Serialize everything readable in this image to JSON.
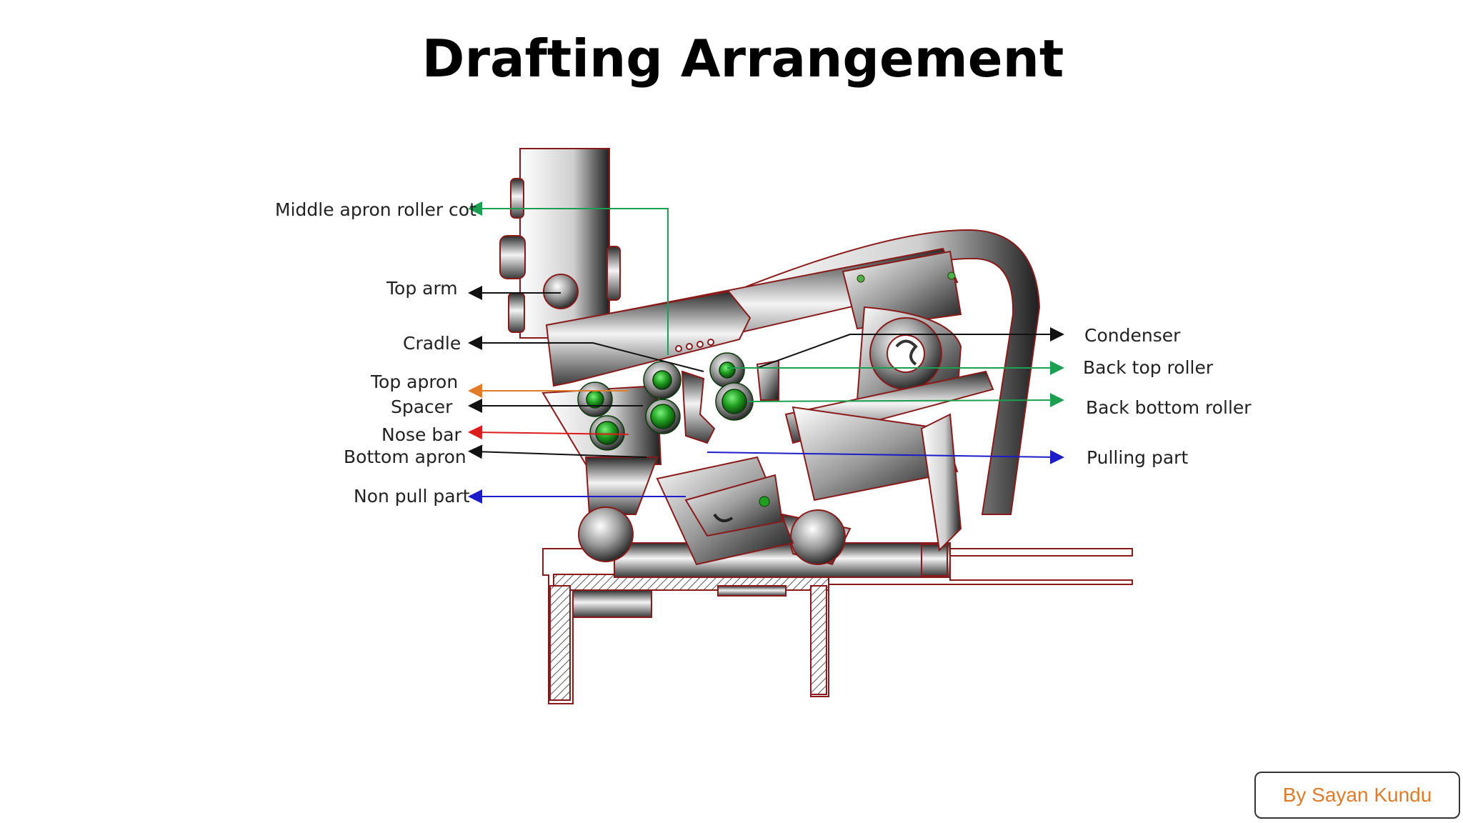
{
  "title": "Drafting Arrangement",
  "credit": "By Sayan Kundu",
  "labels": {
    "middle_apron_roller_cot": "Middle apron roller cot",
    "top_arm": "Top arm",
    "cradle": "Cradle",
    "top_apron": "Top apron",
    "spacer": "Spacer",
    "nose_bar": "Nose bar",
    "bottom_apron": "Bottom apron",
    "non_pull_part": "Non pull part",
    "condenser": "Condenser",
    "back_top_roller": "Back top roller",
    "back_bottom_roller": "Back bottom roller",
    "pulling_part": "Pulling part"
  },
  "colors": {
    "green_line": "#1aa050",
    "black_line": "#111111",
    "orange_line": "#e07b2a",
    "red_line": "#dd1c1c",
    "blue_line": "#1c1cc8",
    "roller_green": "#1f9e1f",
    "outline": "#8a1a1a"
  }
}
